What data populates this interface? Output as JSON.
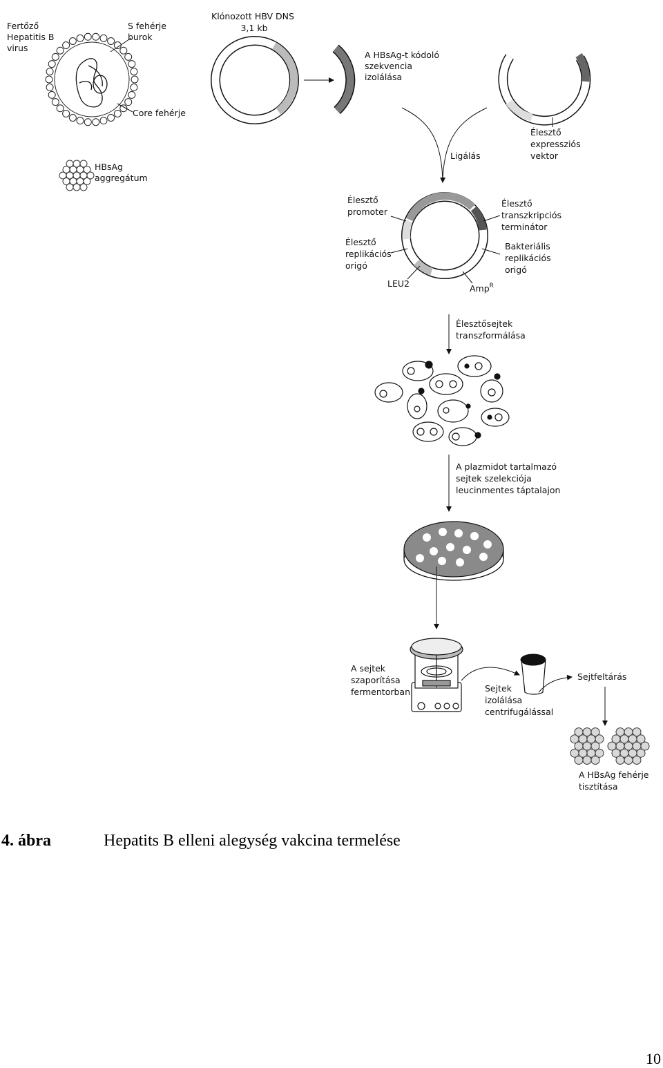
{
  "labels": {
    "virus": [
      "Fertőző",
      "Hepatitis B",
      "virus"
    ],
    "s_protein": [
      "S fehérje",
      "burok"
    ],
    "core_protein": "Core fehérje",
    "hbsag_aggregate": [
      "HBsAg",
      "aggregátum"
    ],
    "cloned_dna": [
      "Klónozott HBV DNS",
      "3,1 kb"
    ],
    "isolation": [
      "A HBsAg-t kódoló",
      "szekvencia",
      "izolálása"
    ],
    "yeast_vector": [
      "Élesztő",
      "expressziós",
      "vektor"
    ],
    "ligation": "Ligálás",
    "yeast_promoter": [
      "Élesztő",
      "promoter"
    ],
    "yeast_terminator": [
      "Élesztő",
      "transzkripciós",
      "terminátor"
    ],
    "yeast_origin": [
      "Élesztő",
      "replikációs",
      "origó"
    ],
    "bacterial_origin": [
      "Bakteriális",
      "replikációs",
      "origó"
    ],
    "leu2": "LEU2",
    "amp": "Amp",
    "amp_sup": "R",
    "transformation": [
      "Élesztősejtek",
      "transzformálása"
    ],
    "selection": [
      "A plazmidot tartalmazó",
      "sejtek szelekciója",
      "leucinmentes táptalajon"
    ],
    "fermentor": [
      "A sejtek",
      "szaporítása",
      "fermentorban"
    ],
    "centrifuge": [
      "Sejtek",
      "izolálása",
      "centrifugálással"
    ],
    "cell_lysis": "Sejtfeltárás",
    "purification": [
      "A HBsAg fehérje",
      "tisztítása"
    ]
  },
  "caption": {
    "number": "4. ábra",
    "title": "Hepatits B elleni alegység vakcina termelése"
  },
  "page_number": "10",
  "colors": {
    "ink": "#111111",
    "dark_fill": "#555555",
    "mid_fill": "#9a9a9a",
    "light_fill": "#d4d4d4"
  }
}
